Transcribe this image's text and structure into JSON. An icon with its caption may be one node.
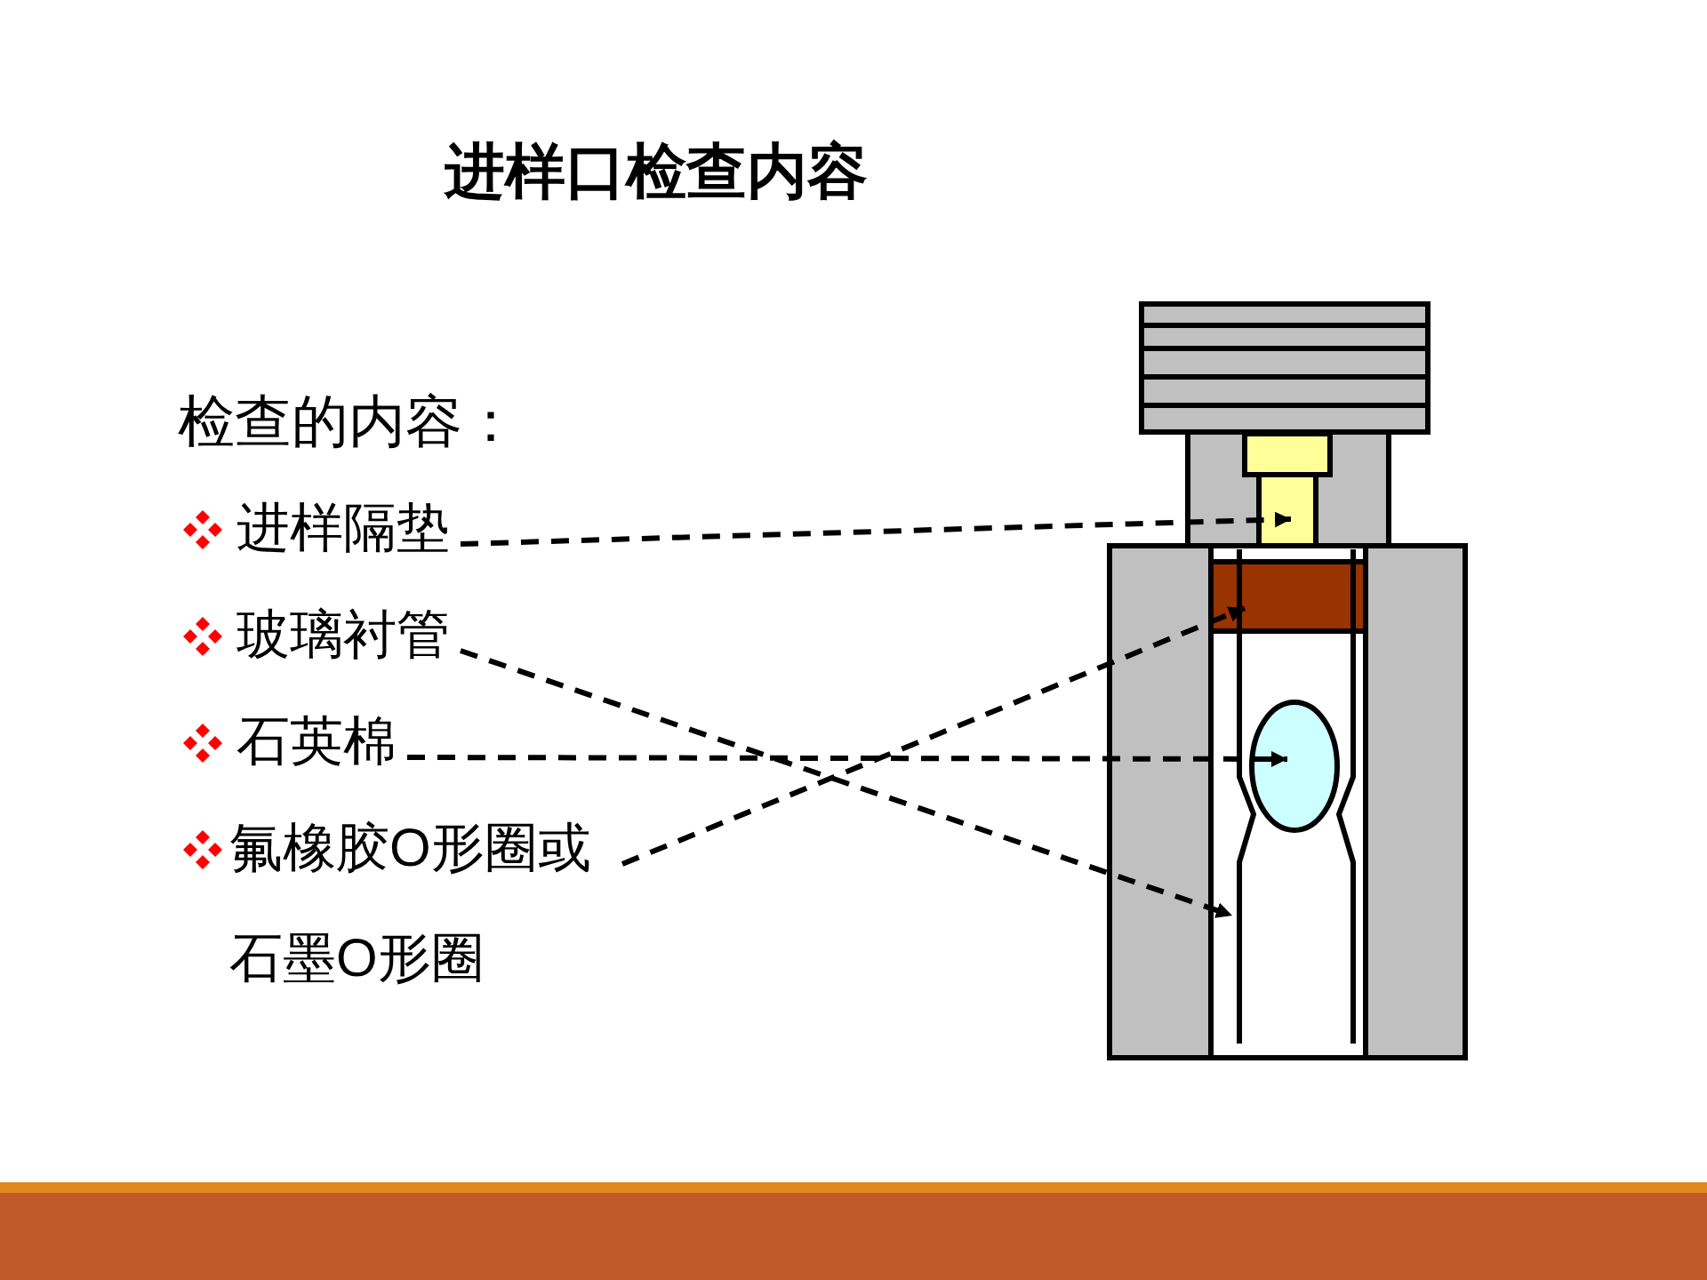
{
  "diagram": {
    "title": "进样口检查内容",
    "nodes": [
      {
        "text": [
          "进样隔垫"
        ]
      },
      {
        "text": [
          "玻璃衬管"
        ]
      },
      {
        "text": [
          "石英棉"
        ]
      },
      {
        "text": [
          "氟橡胶O形圈或石墨O形圈"
        ]
      },
      {
        "text": [],
        "shape": "box"
      },
      {
        "text": [],
        "shape": "box"
      },
      {
        "text": [],
        "shape": "ellipse",
        "in": 7
      },
      {
        "text": [],
        "shape": "tube"
      }
    ],
    "edges": [
      {
        "from": 0,
        "to": 4,
        "arrow": "to",
        "style": "dashed"
      },
      {
        "from": 1,
        "to": 7,
        "arrow": "to",
        "style": "dashed"
      },
      {
        "from": 2,
        "to": 6,
        "arrow": "to",
        "style": "dashed"
      },
      {
        "from": 3,
        "to": 5,
        "arrow": "to",
        "style": "dashed"
      }
    ],
    "labels": [
      "检查的内容："
    ]
  }
}
